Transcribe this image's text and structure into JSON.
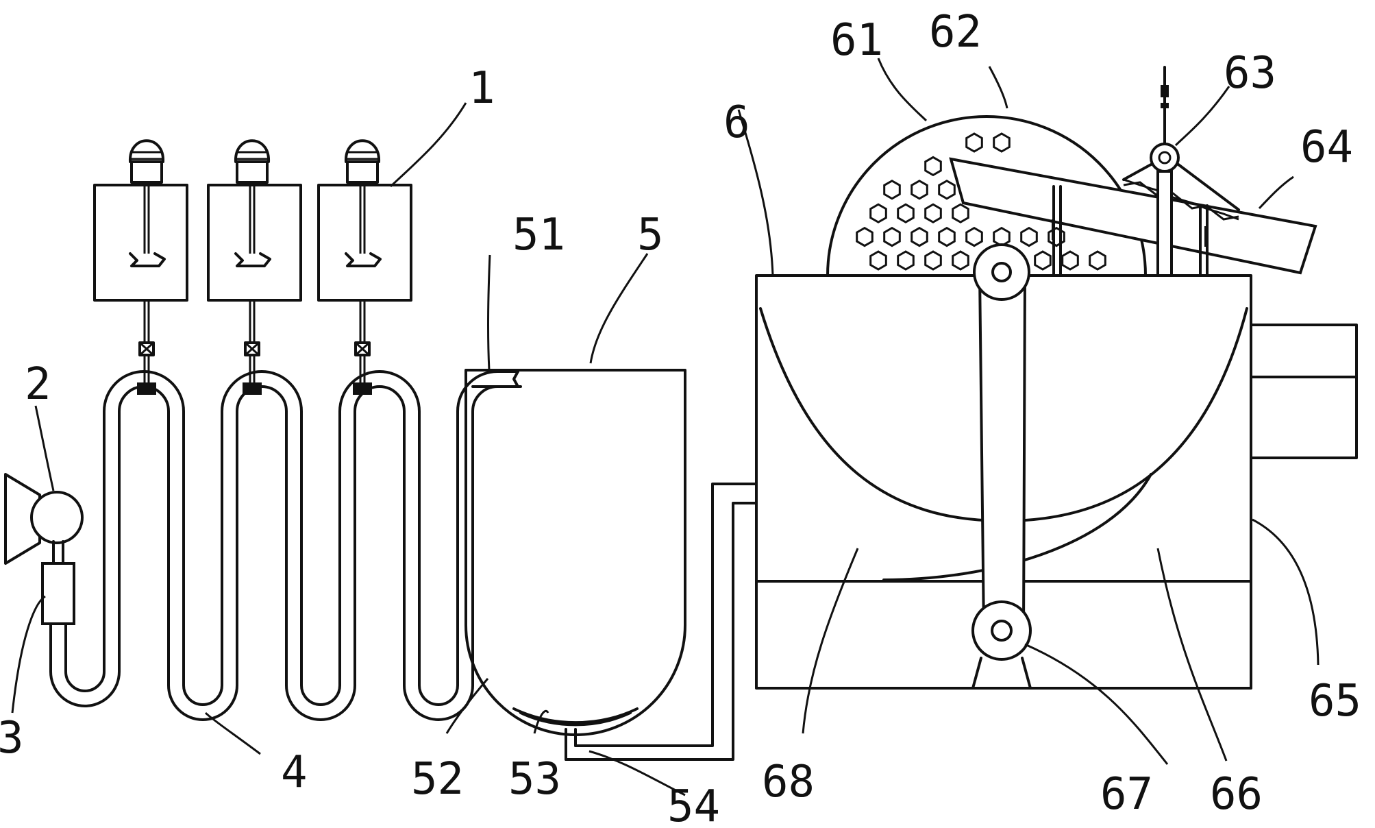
{
  "labels": {
    "l1": "1",
    "l2": "2",
    "l3": "3",
    "l4": "4",
    "l5": "5",
    "l51": "51",
    "l52": "52",
    "l53": "53",
    "l54": "54",
    "l6": "6",
    "l61": "61",
    "l62": "62",
    "l63": "63",
    "l64": "64",
    "l65": "65",
    "l66": "66",
    "l67": "67",
    "l68": "68"
  }
}
